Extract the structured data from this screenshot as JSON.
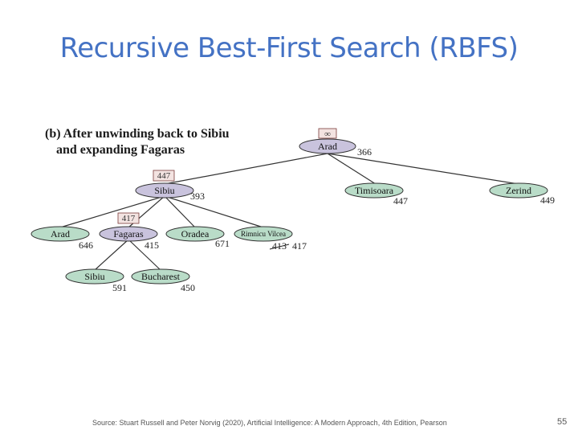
{
  "slide": {
    "title": "Recursive Best-First Search (RBFS)",
    "footer": "Source: Stuart Russell and Peter Norvig (2020), Artificial Intelligence: A Modern Approach, 4th Edition, Pearson",
    "page_number": "55"
  },
  "diagram": {
    "caption_line1": "(b) After unwinding back to Sibiu",
    "caption_line2": "and expanding Fagaras",
    "colors": {
      "expanded": "#c9c3dd",
      "frontier": "#b9dcc8",
      "limit_box": "#f3e3e1",
      "edge": "#333333"
    },
    "nodes": {
      "arad_root": {
        "label": "Arad",
        "f": "366",
        "limit": "∞"
      },
      "sibiu": {
        "label": "Sibiu",
        "f": "393",
        "limit": "447"
      },
      "timisoara": {
        "label": "Timisoara",
        "f": "447"
      },
      "zerind": {
        "label": "Zerind",
        "f": "449"
      },
      "arad_2": {
        "label": "Arad",
        "f": "646"
      },
      "fagaras": {
        "label": "Fagaras",
        "f": "415",
        "limit": "417"
      },
      "oradea": {
        "label": "Oradea",
        "f": "671"
      },
      "rimnicu": {
        "label": "Rimnicu Vilcea",
        "f_old": "413",
        "f": "417"
      },
      "sibiu_2": {
        "label": "Sibiu",
        "f": "591"
      },
      "bucharest": {
        "label": "Bucharest",
        "f": "450"
      }
    }
  }
}
